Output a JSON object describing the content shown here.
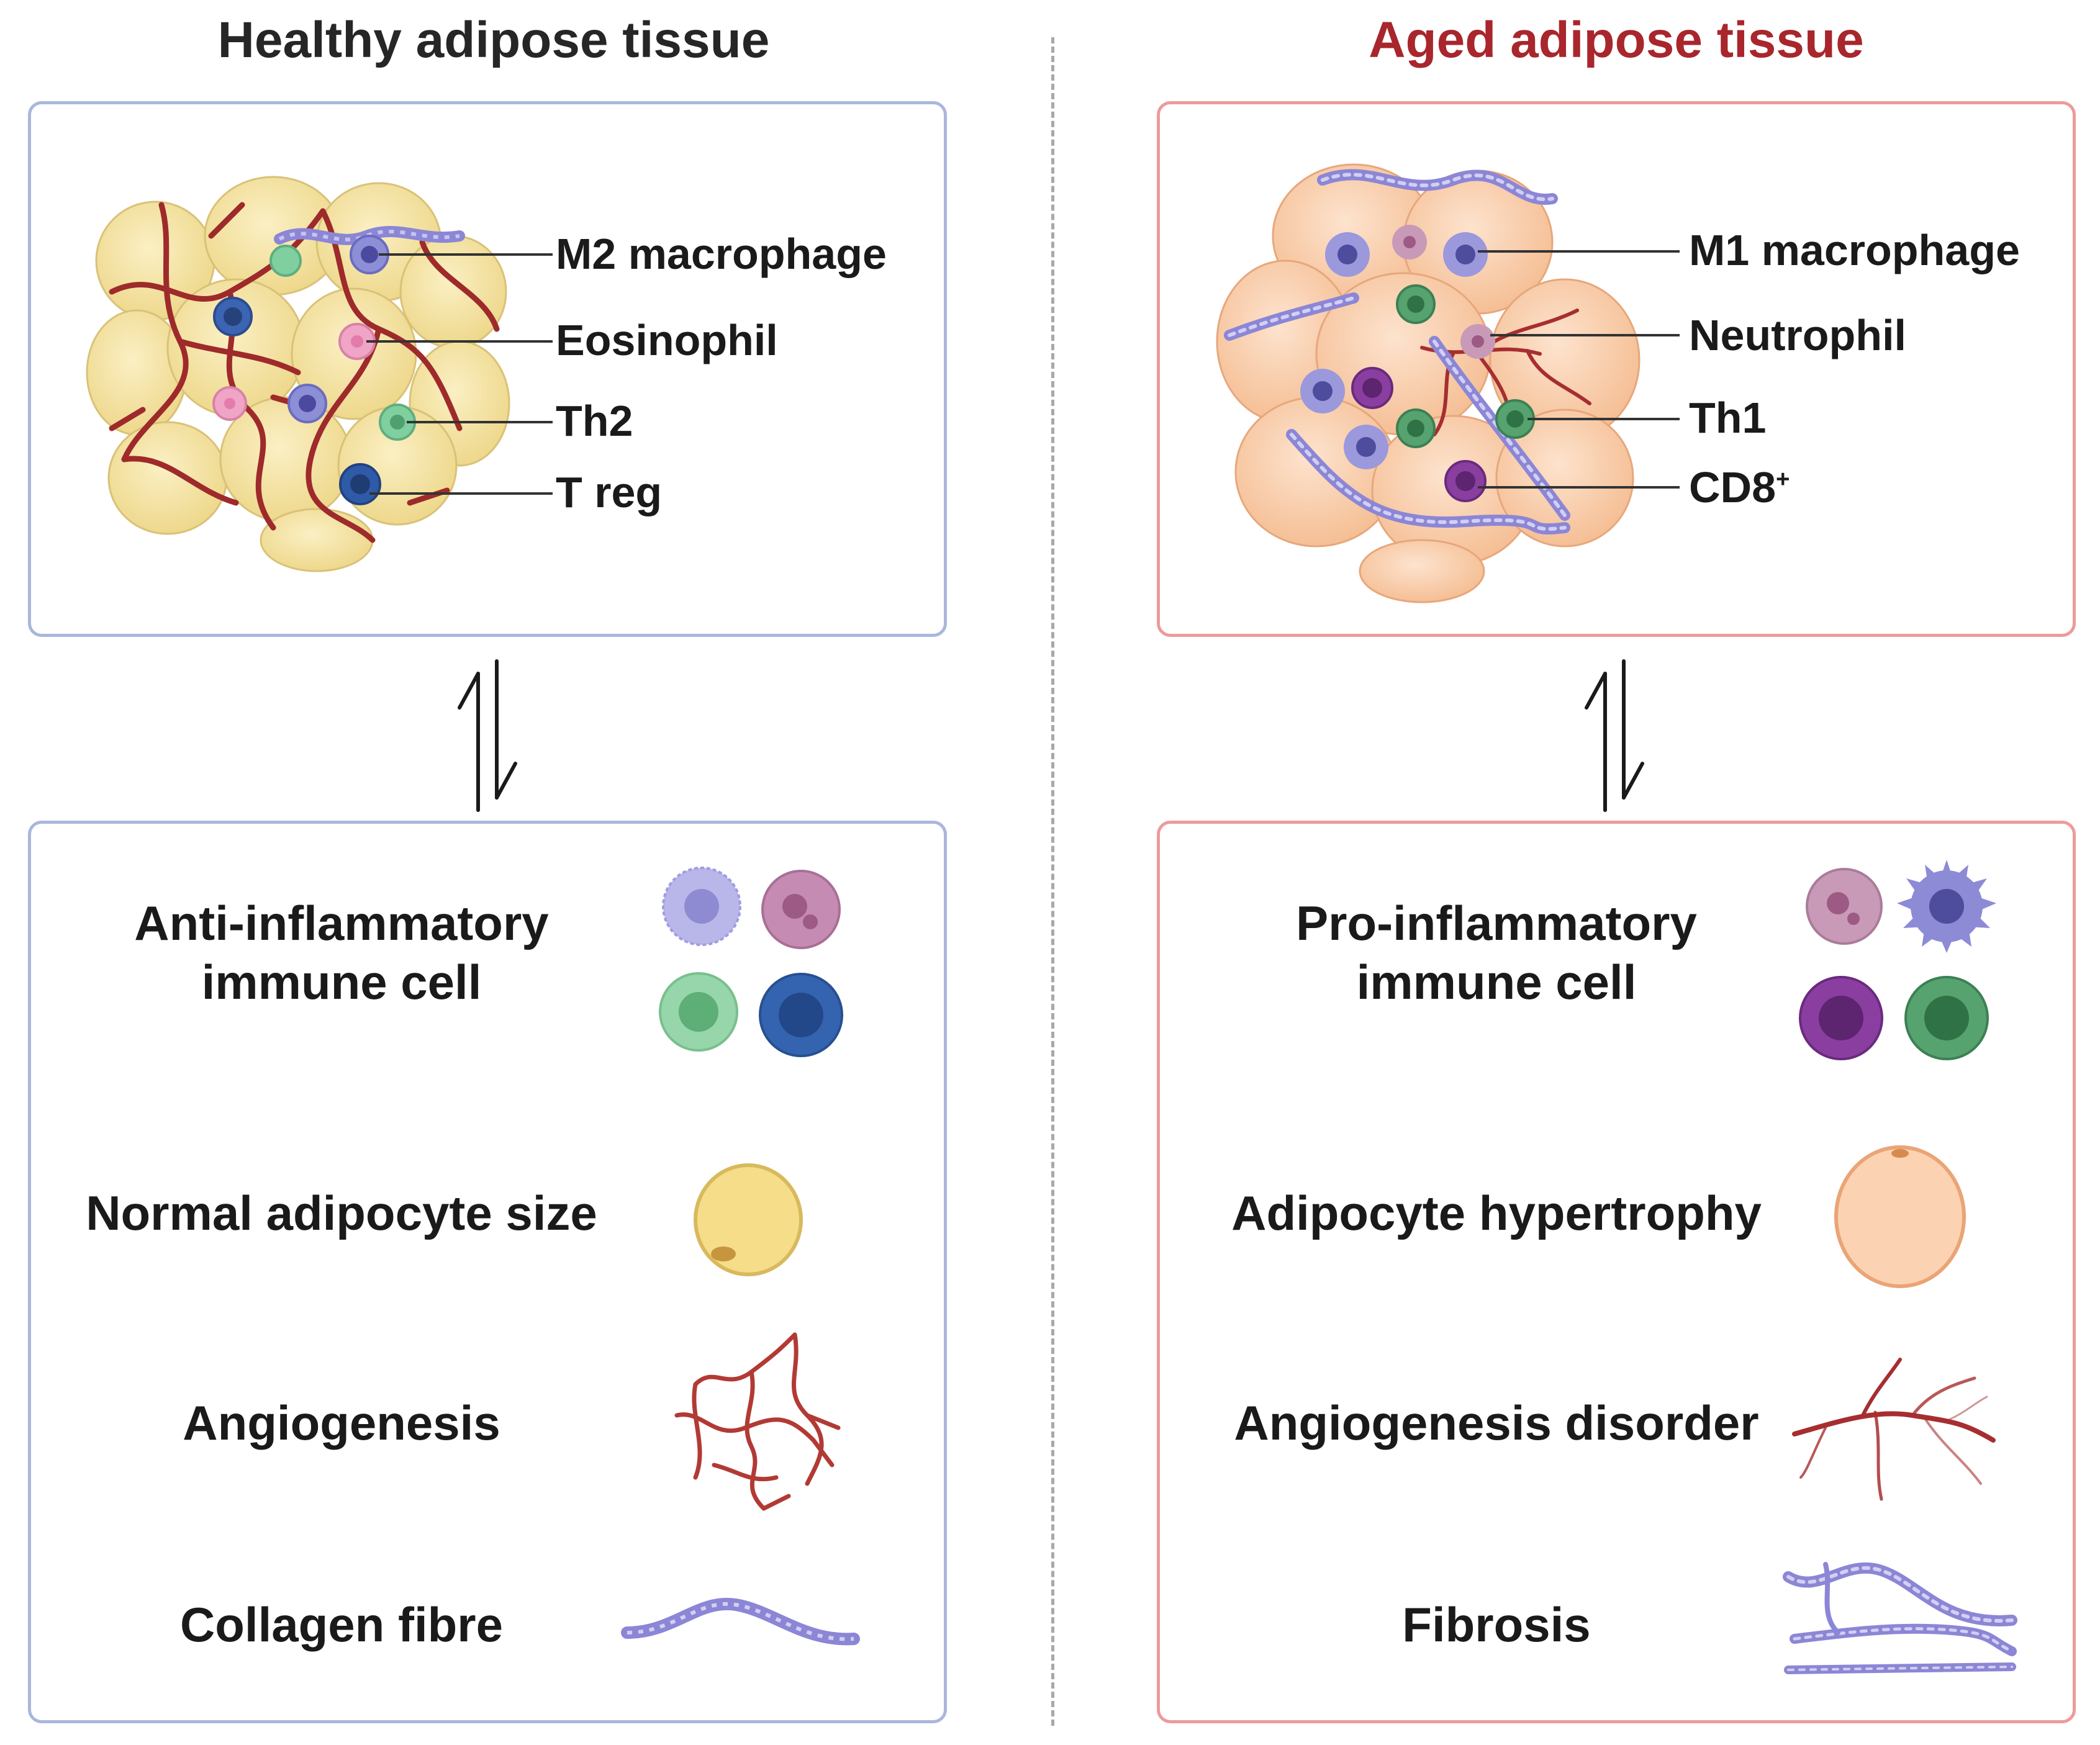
{
  "left": {
    "title": "Healthy adipose tissue",
    "title_color": "#262626",
    "border_color": "#a9b7dc",
    "cell_labels": [
      "M2 macrophage",
      "Eosinophil",
      "Th2",
      "T reg"
    ],
    "rows": [
      {
        "label_line1": "Anti-inflammatory",
        "label_line2": "immune cell"
      },
      {
        "label": "Normal adipocyte size"
      },
      {
        "label": "Angiogenesis"
      },
      {
        "label": "Collagen fibre"
      }
    ]
  },
  "right": {
    "title": "Aged adipose tissue",
    "title_color": "#a8262c",
    "border_color": "#ee9a9a",
    "cell_labels": [
      "M1 macrophage",
      "Neutrophil",
      "Th1",
      "CD8",
      "+"
    ],
    "rows": [
      {
        "label_line1": "Pro-inflammatory",
        "label_line2": "immune cell"
      },
      {
        "label": "Adipocyte hypertrophy"
      },
      {
        "label": "Angiogenesis disorder"
      },
      {
        "label": "Fibrosis"
      }
    ]
  }
}
